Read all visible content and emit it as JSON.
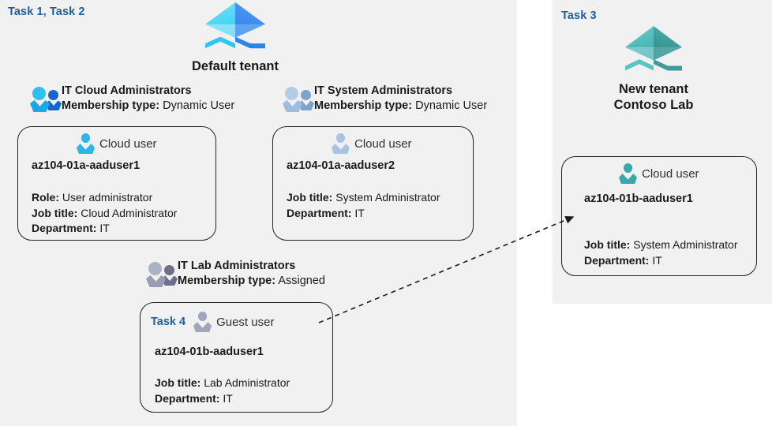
{
  "panels": {
    "left": {
      "task_label": "Task 1, Task 2"
    },
    "right": {
      "task_label": "Task 3"
    }
  },
  "tenants": [
    {
      "name": "Default tenant",
      "line1": "Default tenant",
      "line2": "",
      "icon": "azure-ad-tenant-icon",
      "colors": {
        "left": "#4ad3f5",
        "right": "#3f8ff0",
        "base": "#28c8f0"
      }
    },
    {
      "name": "New tenant Contoso Lab",
      "line1": "New  tenant",
      "line2": "Contoso Lab",
      "icon": "azure-ad-tenant-icon",
      "colors": {
        "left": "#4cc4c2",
        "right": "#3f9b9b",
        "base": "#54c5c3"
      }
    }
  ],
  "groups": [
    {
      "id": "it-cloud-administrators",
      "title": "IT Cloud Administrators",
      "membership_key": "Membership type:",
      "membership_value": "Dynamic User",
      "icon": "group-users-icon",
      "icon_color": "#1aa7e8"
    },
    {
      "id": "it-system-administrators",
      "title": "IT System Administrators",
      "membership_key": "Membership type:",
      "membership_value": "Dynamic User",
      "icon": "group-users-icon",
      "icon_color": "#9dbede"
    },
    {
      "id": "it-lab-administrators",
      "title": "IT Lab Administrators",
      "membership_key": "Membership type:",
      "membership_value": "Assigned",
      "icon": "group-users-icon",
      "icon_color": "#9a9cb4"
    }
  ],
  "cards": [
    {
      "id": "az104-01a-aaduser1",
      "task": "",
      "user_type": "Cloud user",
      "icon": "cloud-user-icon",
      "icon_color": "#2ab7e8",
      "username": "az104-01a-aaduser1",
      "attrs": [
        {
          "key": "Role:",
          "value": "User administrator"
        },
        {
          "key": "Job title:",
          "value": "Cloud Administrator"
        },
        {
          "key": "Department:",
          "value": "IT"
        }
      ]
    },
    {
      "id": "az104-01a-aaduser2",
      "task": "",
      "user_type": "Cloud user",
      "icon": "cloud-user-icon",
      "icon_color": "#a8c4e0",
      "username": "az104-01a-aaduser2",
      "attrs": [
        {
          "key": "Job title:",
          "value": "System Administrator"
        },
        {
          "key": "Department:",
          "value": "IT"
        }
      ]
    },
    {
      "id": "az104-01b-aaduser1-guest",
      "task": "Task 4",
      "user_type": "Guest user",
      "icon": "guest-user-icon",
      "icon_color": "#a3a5ba",
      "username": "az104-01b-aaduser1",
      "attrs": [
        {
          "key": "Job title:",
          "value": "Lab Administrator"
        },
        {
          "key": "Department:",
          "value": "IT"
        }
      ]
    },
    {
      "id": "az104-01b-aaduser1-cloud",
      "task": "",
      "user_type": "Cloud user",
      "icon": "cloud-user-icon",
      "icon_color": "#3aa8a8",
      "username": "az104-01b-aaduser1",
      "attrs": [
        {
          "key": "Job title:",
          "value": "System Administrator"
        },
        {
          "key": "Department:",
          "value": "IT"
        }
      ]
    }
  ],
  "connector": {
    "id": "guest-to-cloud-user-arrow",
    "style": "dashed",
    "from": "az104-01b-aaduser1-guest",
    "to": "az104-01b-aaduser1-cloud",
    "color": "#1a1a1a"
  },
  "colors": {
    "panel_bg": "#f1f1f1",
    "page_bg": "#ffffff",
    "task_accent": "#1f5e9e",
    "text": "#1a1a1a",
    "border": "#222222"
  }
}
